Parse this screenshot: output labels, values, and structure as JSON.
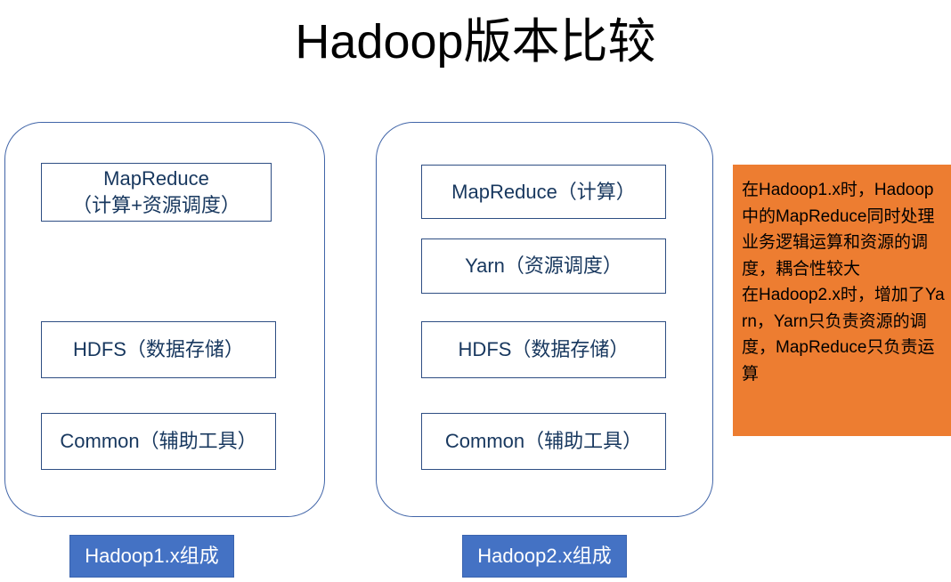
{
  "title": "Hadoop版本比较",
  "columns": [
    {
      "id": "hadoop1",
      "caption": "Hadoop1.x组成",
      "boxes": [
        {
          "name": "mapreduce",
          "line1": "MapReduce",
          "line2": "（计算+资源调度）"
        },
        {
          "name": "hdfs",
          "line1": "HDFS（数据存储）",
          "line2": ""
        },
        {
          "name": "common",
          "line1": "Common（辅助工具）",
          "line2": ""
        }
      ]
    },
    {
      "id": "hadoop2",
      "caption": "Hadoop2.x组成",
      "boxes": [
        {
          "name": "mapreduce",
          "line1": "MapReduce（计算）",
          "line2": ""
        },
        {
          "name": "yarn",
          "line1": "Yarn（资源调度）",
          "line2": ""
        },
        {
          "name": "hdfs",
          "line1": "HDFS（数据存储）",
          "line2": ""
        },
        {
          "name": "common",
          "line1": "Common（辅助工具）",
          "line2": ""
        }
      ]
    }
  ],
  "note": {
    "paragraph1": "在Hadoop1.x时，Hadoop中的MapReduce同时处理业务逻辑运算和资源的调度，耦合性较大",
    "paragraph2": "在Hadoop2.x时，增加了Yarn，Yarn只负责资源的调度，MapReduce只负责运算"
  },
  "colors": {
    "note_background": "#ED7D31",
    "caption_background": "#4472C4",
    "box_border": "#2E4E83",
    "group_border": "#4165A8",
    "text": "#17375E"
  }
}
